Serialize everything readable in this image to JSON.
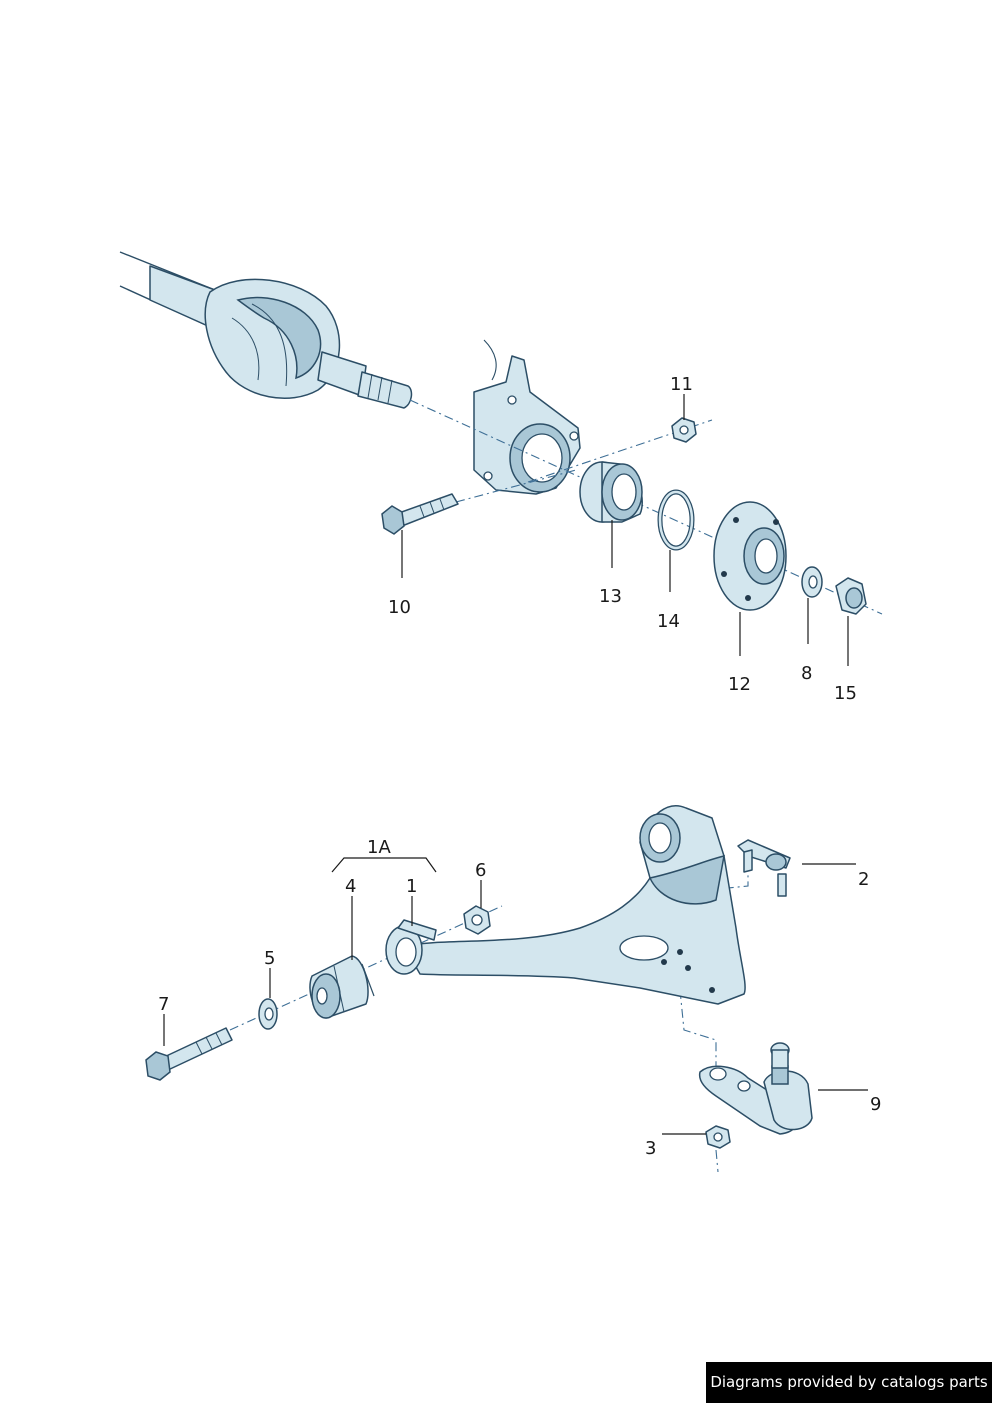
{
  "callouts": {
    "c1": "1",
    "c1a": "1A",
    "c2": "2",
    "c3": "3",
    "c4": "4",
    "c5": "5",
    "c6": "6",
    "c7": "7",
    "c8": "8",
    "c9": "9",
    "c10": "10",
    "c11": "11",
    "c12": "12",
    "c13": "13",
    "c14": "14",
    "c15": "15"
  },
  "credit": "Diagrams provided by catalogs parts",
  "colors": {
    "part_fill": "#d3e6ee",
    "part_shade": "#a9c7d6",
    "outline": "#2c4e66",
    "axis_line": "#3e6f96"
  }
}
